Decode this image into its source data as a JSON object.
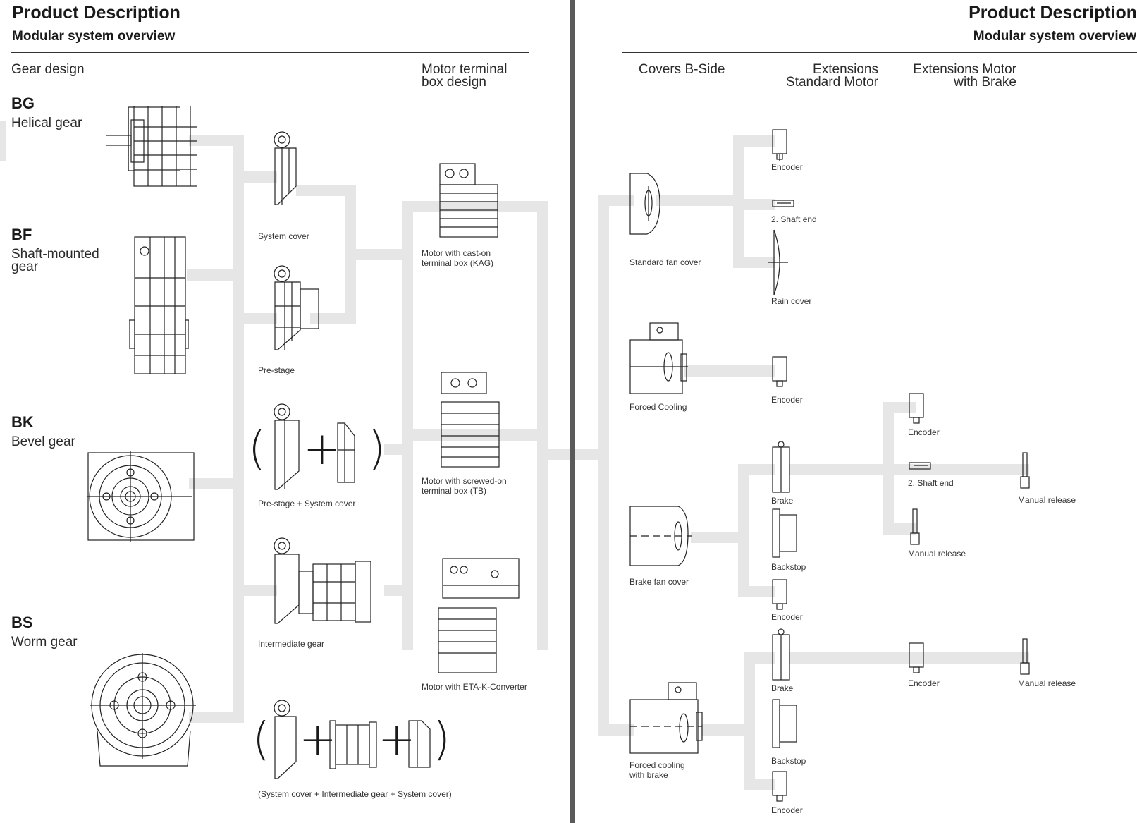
{
  "left_page": {
    "title": "Product Description",
    "subtitle": "Modular system overview",
    "col_gear_design": "Gear design",
    "col_terminal": [
      "Motor terminal",
      "box design"
    ],
    "gears": [
      {
        "code": "BG",
        "name": [
          "Helical gear"
        ]
      },
      {
        "code": "BF",
        "name": [
          "Shaft-mounted",
          "gear"
        ]
      },
      {
        "code": "BK",
        "name": [
          "Bevel gear"
        ]
      },
      {
        "code": "BS",
        "name": [
          "Worm gear"
        ]
      }
    ],
    "captions": {
      "system_cover": "System cover",
      "pre_stage": "Pre-stage",
      "prestage_cover": "Pre-stage + System cover",
      "intermediate": "Intermediate gear",
      "combo": "(System cover + Intermediate gear + System cover)",
      "kag": [
        "Motor with cast-on",
        "terminal box (KAG)"
      ],
      "tb": [
        "Motor with screwed-on",
        "terminal box (TB)"
      ],
      "eta": "Motor with ETA-K-Converter"
    },
    "symbols": {
      "open": "(",
      "close": ")",
      "plus": "+"
    }
  },
  "right_page": {
    "title": "Product Description",
    "subtitle": "Modular system overview",
    "col_covers": "Covers B-Side",
    "col_ext_std": [
      "Extensions",
      "Standard Motor"
    ],
    "col_ext_brake": [
      "Extensions Motor",
      "with Brake"
    ],
    "covers": {
      "standard": "Standard fan cover",
      "forced": "Forced Cooling",
      "brake": "Brake fan cover",
      "forced_brake": [
        "Forced cooling",
        "with brake"
      ]
    },
    "items": {
      "encoder": "Encoder",
      "shaft_end": "2. Shaft end",
      "rain_cover": "Rain cover",
      "brake": "Brake",
      "backstop": "Backstop",
      "manual_release": "Manual  release"
    }
  }
}
